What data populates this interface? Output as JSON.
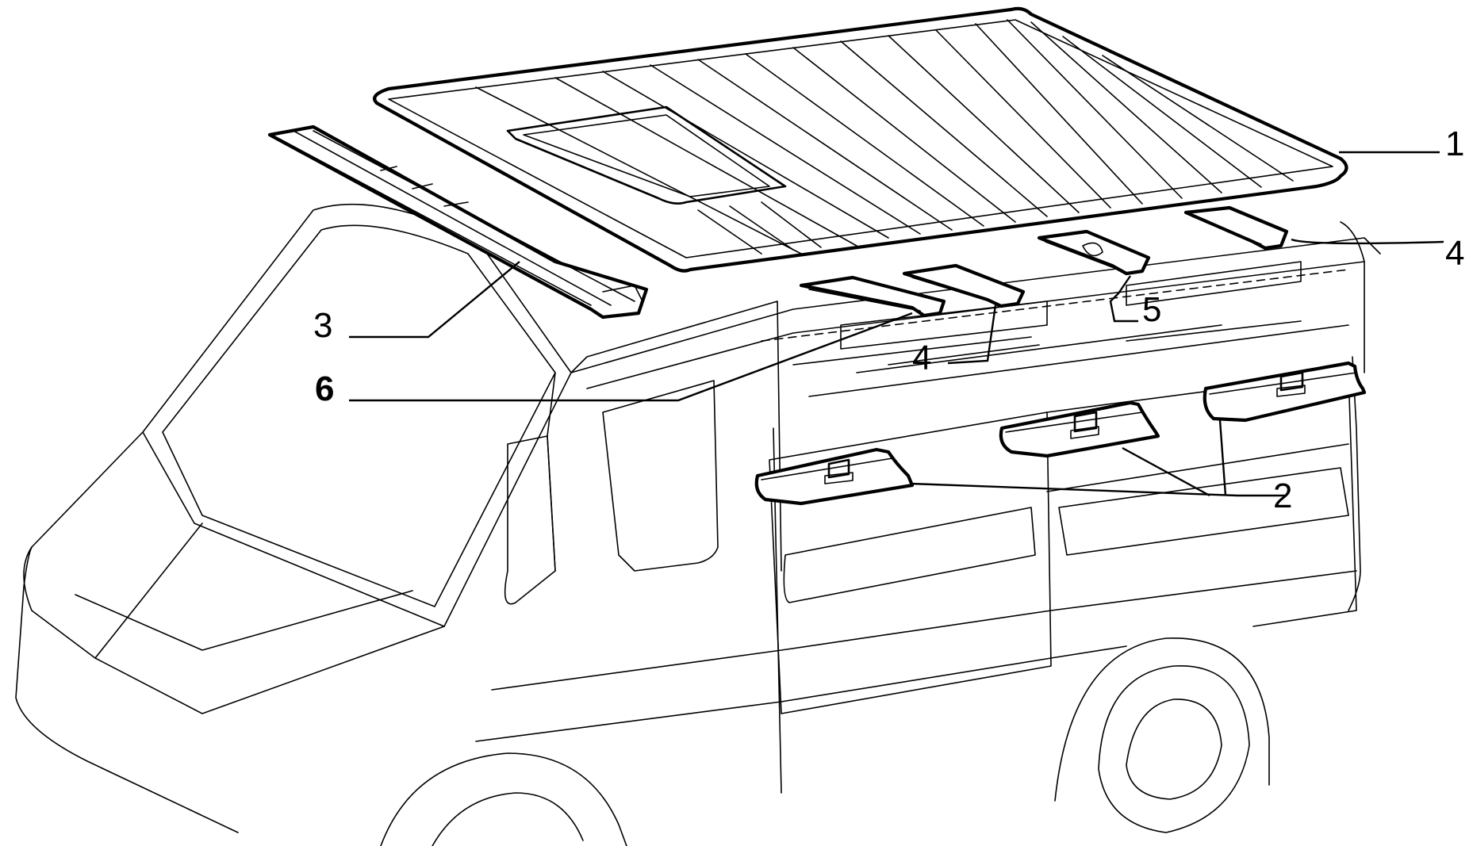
{
  "diagram": {
    "callouts": [
      {
        "id": "1",
        "text": "1"
      },
      {
        "id": "2",
        "text": "2"
      },
      {
        "id": "3",
        "text": "3"
      },
      {
        "id": "4a",
        "text": "4"
      },
      {
        "id": "4b",
        "text": "4"
      },
      {
        "id": "5",
        "text": "5"
      },
      {
        "id": "6",
        "text": "6"
      }
    ]
  }
}
